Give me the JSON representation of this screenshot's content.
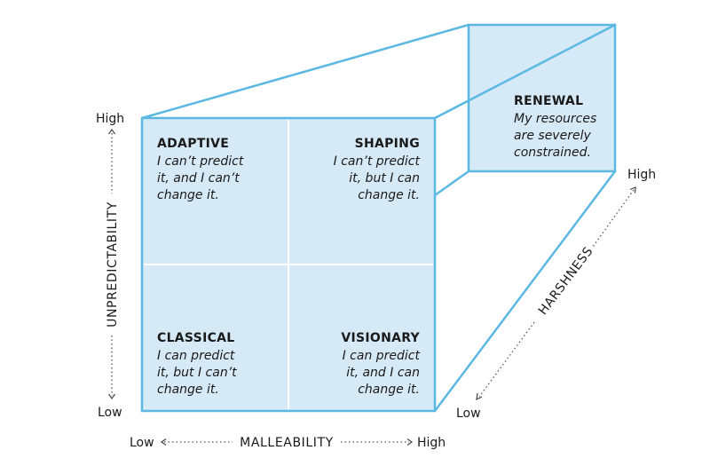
{
  "quadrants": {
    "adaptive": {
      "title": "ADAPTIVE",
      "line1": "I can’t predict",
      "line2": "it, and I can’t",
      "line3": "change it."
    },
    "shaping": {
      "title": "SHAPING",
      "line1": "I can’t predict",
      "line2": "it, but I can",
      "line3": "change it."
    },
    "classical": {
      "title": "CLASSICAL",
      "line1": "I can predict",
      "line2": "it, but I can’t",
      "line3": "change it."
    },
    "visionary": {
      "title": "VISIONARY",
      "line1": "I can predict",
      "line2": "it, and I can",
      "line3": "change it."
    }
  },
  "renewal": {
    "title": "RENEWAL",
    "line1": "My resources",
    "line2": "are severely",
    "line3": "constrained."
  },
  "axes": {
    "unpredictability": {
      "title": "UNPREDICTABILITY",
      "high": "High",
      "low": "Low"
    },
    "malleability": {
      "title": "MALLEABILITY",
      "low": "Low",
      "high": "High"
    },
    "harshness": {
      "title": "HARSHNESS",
      "high": "High",
      "low": "Low"
    }
  },
  "colors": {
    "edge": "#5bb8e3",
    "fill": "#d6e9f6"
  }
}
